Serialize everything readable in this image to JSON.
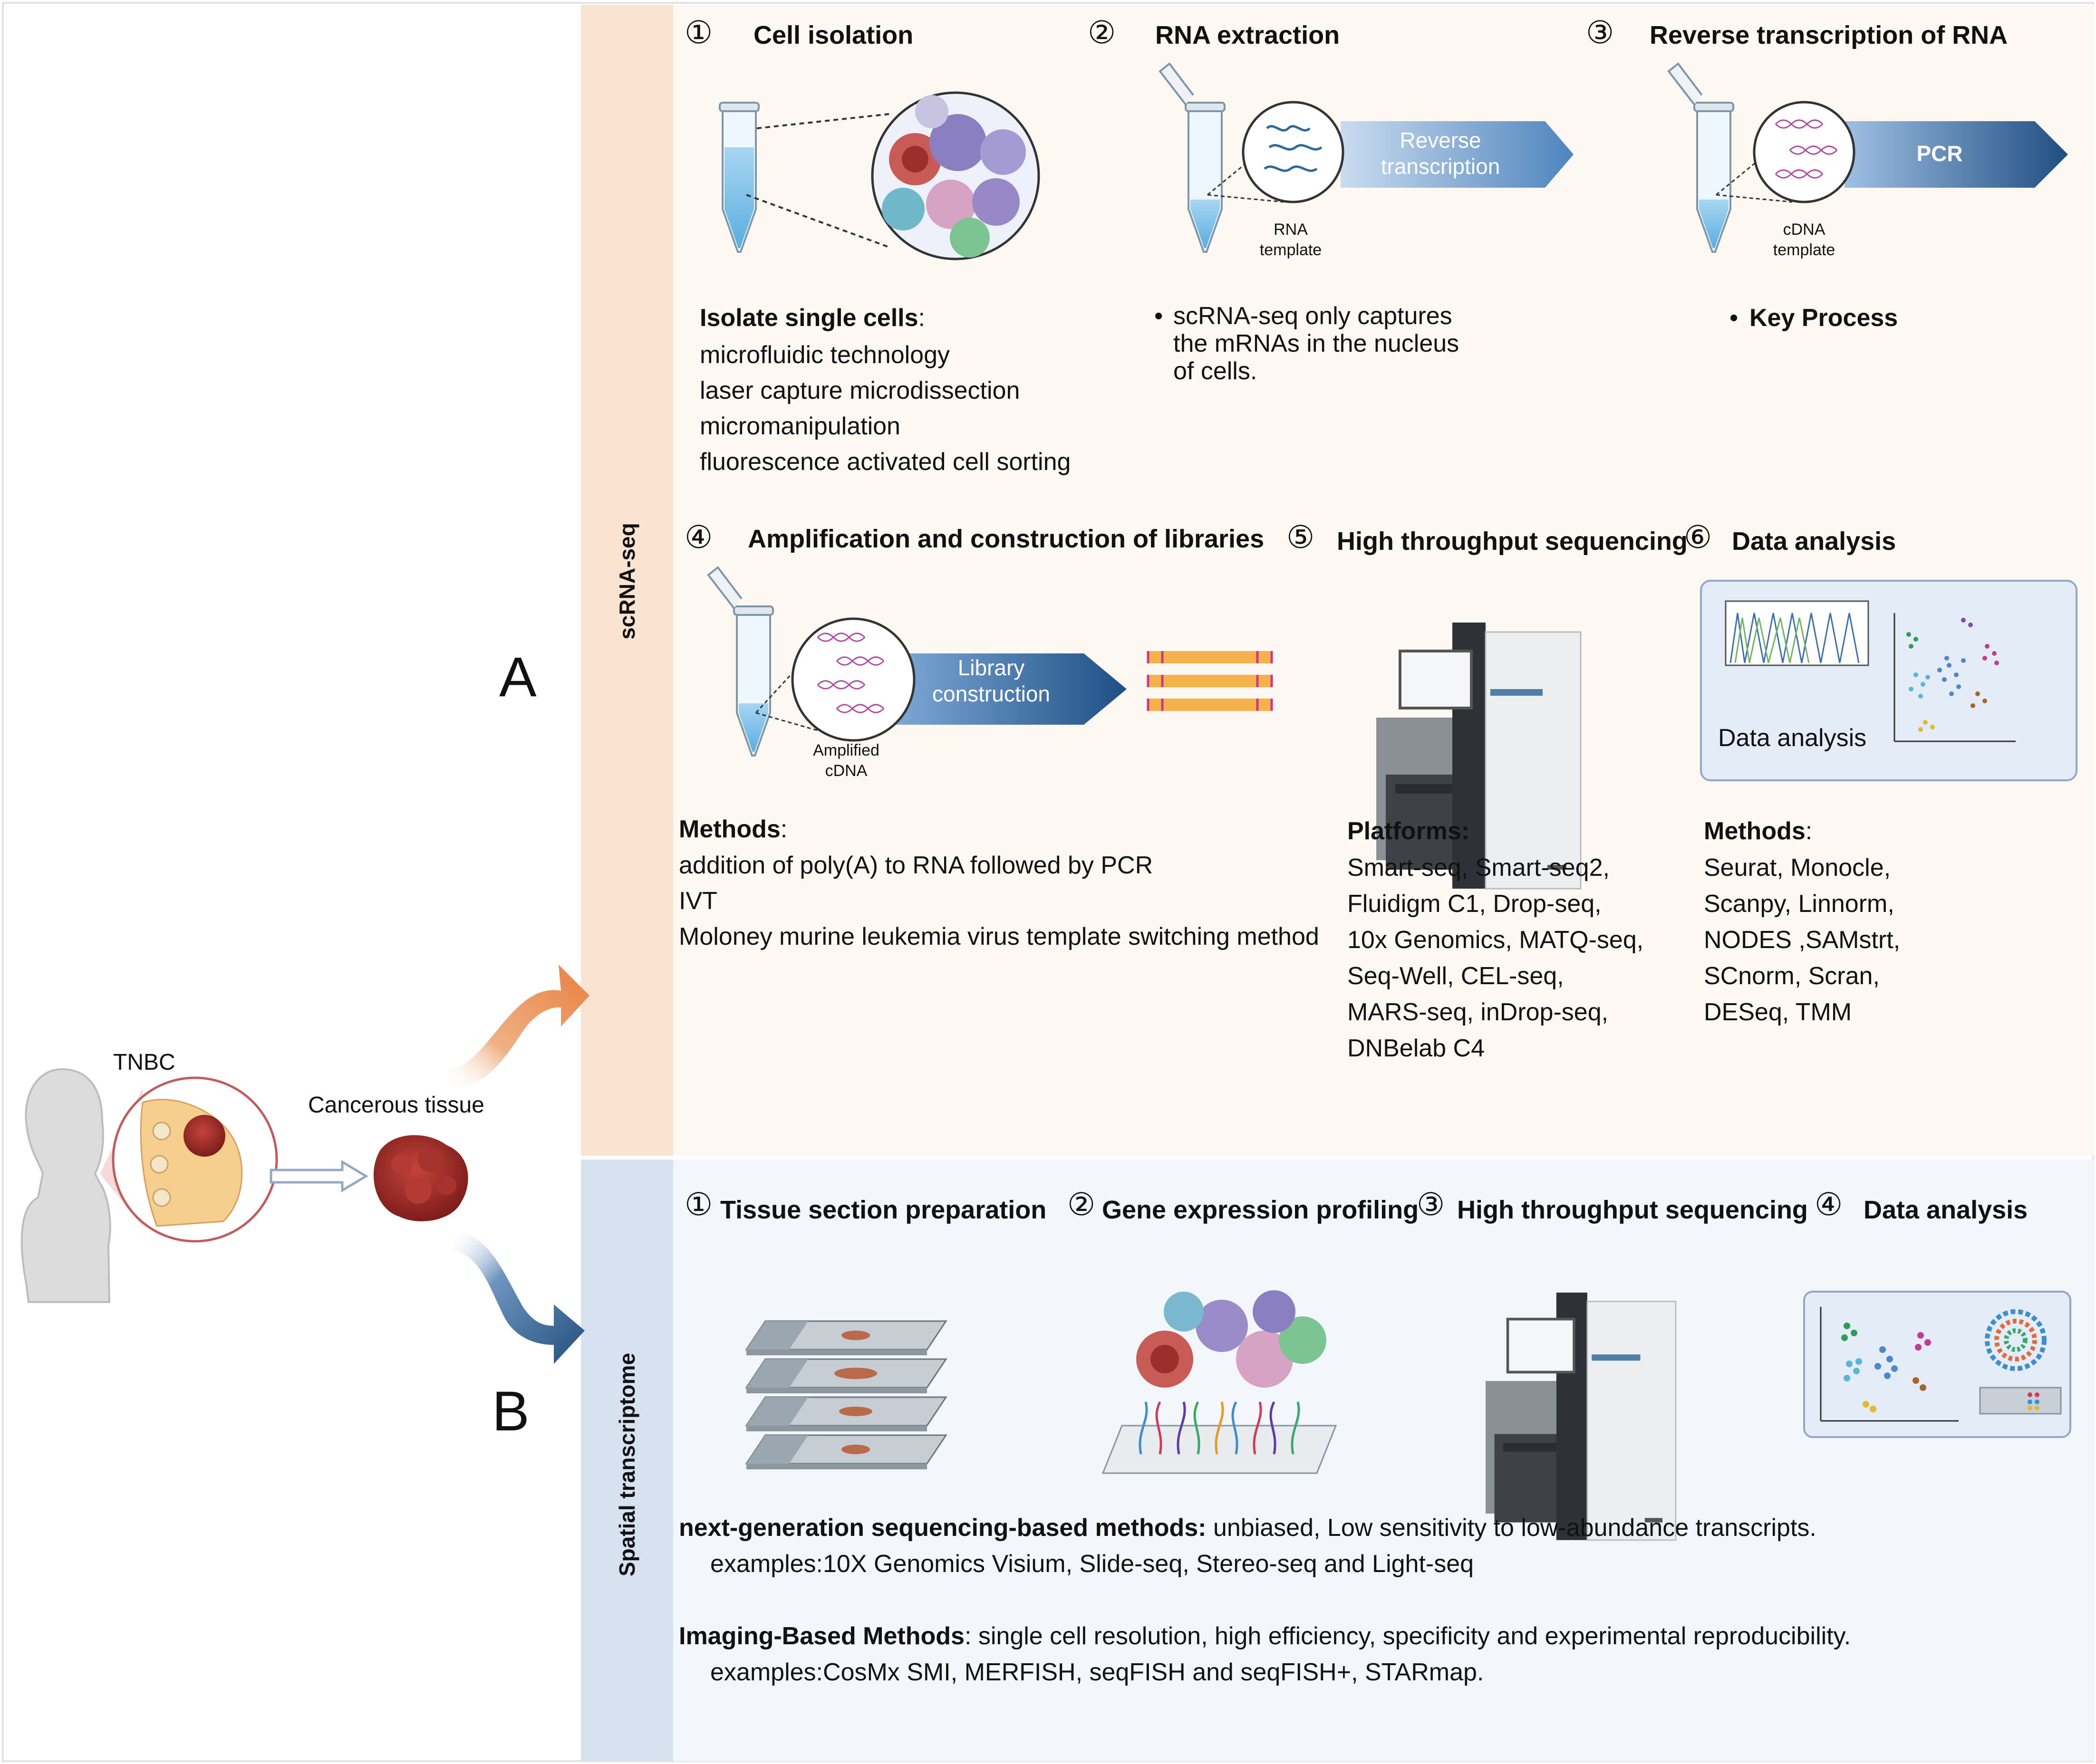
{
  "left": {
    "tnbc": "TNBC",
    "cancerous_tissue": "Cancerous tissue",
    "label_a": "A",
    "label_b": "B"
  },
  "scrna": {
    "band_title": "scRNA-seq",
    "step1": {
      "num": "①",
      "title": "Cell isolation"
    },
    "step2": {
      "num": "②",
      "title": "RNA extraction",
      "arrow": "Reverse\ntranscription",
      "template": "RNA\ntemplate"
    },
    "step3": {
      "num": "③",
      "title": "Reverse transcription of RNA",
      "arrow": "PCR",
      "template": "cDNA\ntemplate"
    },
    "isolate_head": "Isolate single cells",
    "isolate_colon": ":",
    "isolate_items": [
      "microfluidic technology",
      "laser capture microdissection",
      "micromanipulation",
      "fluorescence activated cell sorting"
    ],
    "rna_bullet": "scRNA-seq only captures\nthe mRNAs in the nucleus\nof cells.",
    "key_bullet": "Key Process",
    "step4": {
      "num": "④",
      "title": "Amplification and construction of libraries",
      "arrow": "Library\nconstruction",
      "template": "Amplified\ncDNA"
    },
    "step5": {
      "num": "⑤",
      "title": "High throughput sequencing"
    },
    "step6": {
      "num": "⑥",
      "title": "Data analysis",
      "panel_label": "Data analysis"
    },
    "methods_head": "Methods",
    "methods_colon": ":",
    "methods_items": [
      "addition of poly(A) to RNA followed by PCR",
      "IVT",
      "Moloney murine leukemia virus template switching method"
    ],
    "platforms_head": "Platforms",
    "platforms_colon": ":",
    "platforms_items": [
      "Smart-seq, Smart-seq2,",
      "Fluidigm C1, Drop-seq,",
      "10x Genomics, MATQ-seq,",
      "Seq-Well, CEL-seq,",
      "MARS-seq, inDrop-seq,",
      "DNBelab C4"
    ],
    "analysis_head": "Methods",
    "analysis_colon": ":",
    "analysis_items": [
      "Seurat, Monocle,",
      "Scanpy, Linnorm,",
      "NODES ,SAMstrt,",
      "SCnorm, Scran,",
      "DESeq, TMM"
    ]
  },
  "spatial": {
    "band_title": "Spatial transcriptome",
    "step1": {
      "num": "①",
      "title": "Tissue section preparation"
    },
    "step2": {
      "num": "②",
      "title": "Gene expression profiling"
    },
    "step3": {
      "num": "③",
      "title": "High throughput sequencing"
    },
    "step4": {
      "num": "④",
      "title": "Data analysis"
    },
    "ngs_head": "next-generation sequencing-based methods:",
    "ngs_desc": " unbiased, Low sensitivity to low-abundance transcripts.",
    "ngs_examples": "examples:10X Genomics Visium, Slide-seq, Stereo-seq and Light-seq",
    "img_head": "Imaging-Based Methods",
    "img_desc": ":  single cell resolution, high efficiency, specificity and experimental reproducibility.",
    "img_examples": "examples:CosMx SMI, MERFISH, seqFISH and seqFISH+, STARmap."
  },
  "colors": {
    "scrna_band": "#fbe3d1",
    "scrna_panel": "#fef8f3",
    "spatial_band": "#d6e2ef",
    "spatial_panel": "#f3f7fb",
    "orange_arrow": "#e98a4f",
    "blue_arrow": "#2e5f8f",
    "process_arrow_light": "#9fbfe0",
    "process_arrow_dark": "#2a5a8c"
  }
}
